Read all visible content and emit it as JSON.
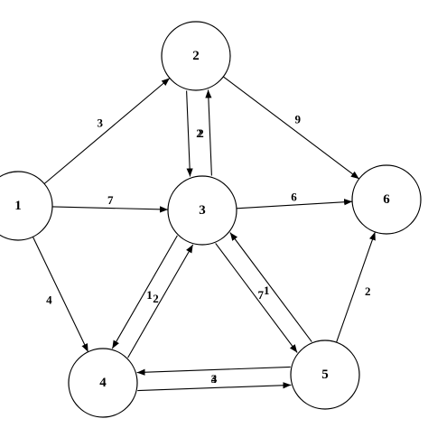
{
  "graph": {
    "nodes": [
      {
        "id": "1",
        "label": "1"
      },
      {
        "id": "2",
        "label": "2"
      },
      {
        "id": "3",
        "label": "3"
      },
      {
        "id": "4",
        "label": "4"
      },
      {
        "id": "5",
        "label": "5"
      },
      {
        "id": "6",
        "label": "6"
      }
    ],
    "edges": [
      {
        "from": "1",
        "to": "2",
        "weight": "3"
      },
      {
        "from": "1",
        "to": "3",
        "weight": "7"
      },
      {
        "from": "1",
        "to": "4",
        "weight": "4"
      },
      {
        "from": "2",
        "to": "3",
        "weight": "2"
      },
      {
        "from": "3",
        "to": "2",
        "weight": "2"
      },
      {
        "from": "2",
        "to": "6",
        "weight": "9"
      },
      {
        "from": "3",
        "to": "6",
        "weight": "6"
      },
      {
        "from": "3",
        "to": "4",
        "weight": "2"
      },
      {
        "from": "4",
        "to": "3",
        "weight": "1"
      },
      {
        "from": "3",
        "to": "5",
        "weight": "1"
      },
      {
        "from": "5",
        "to": "3",
        "weight": "7"
      },
      {
        "from": "4",
        "to": "5",
        "weight": "4"
      },
      {
        "from": "5",
        "to": "4",
        "weight": "3"
      },
      {
        "from": "5",
        "to": "6",
        "weight": "2"
      }
    ]
  },
  "colors": {
    "stroke": "#000000",
    "background": "#ffffff"
  }
}
